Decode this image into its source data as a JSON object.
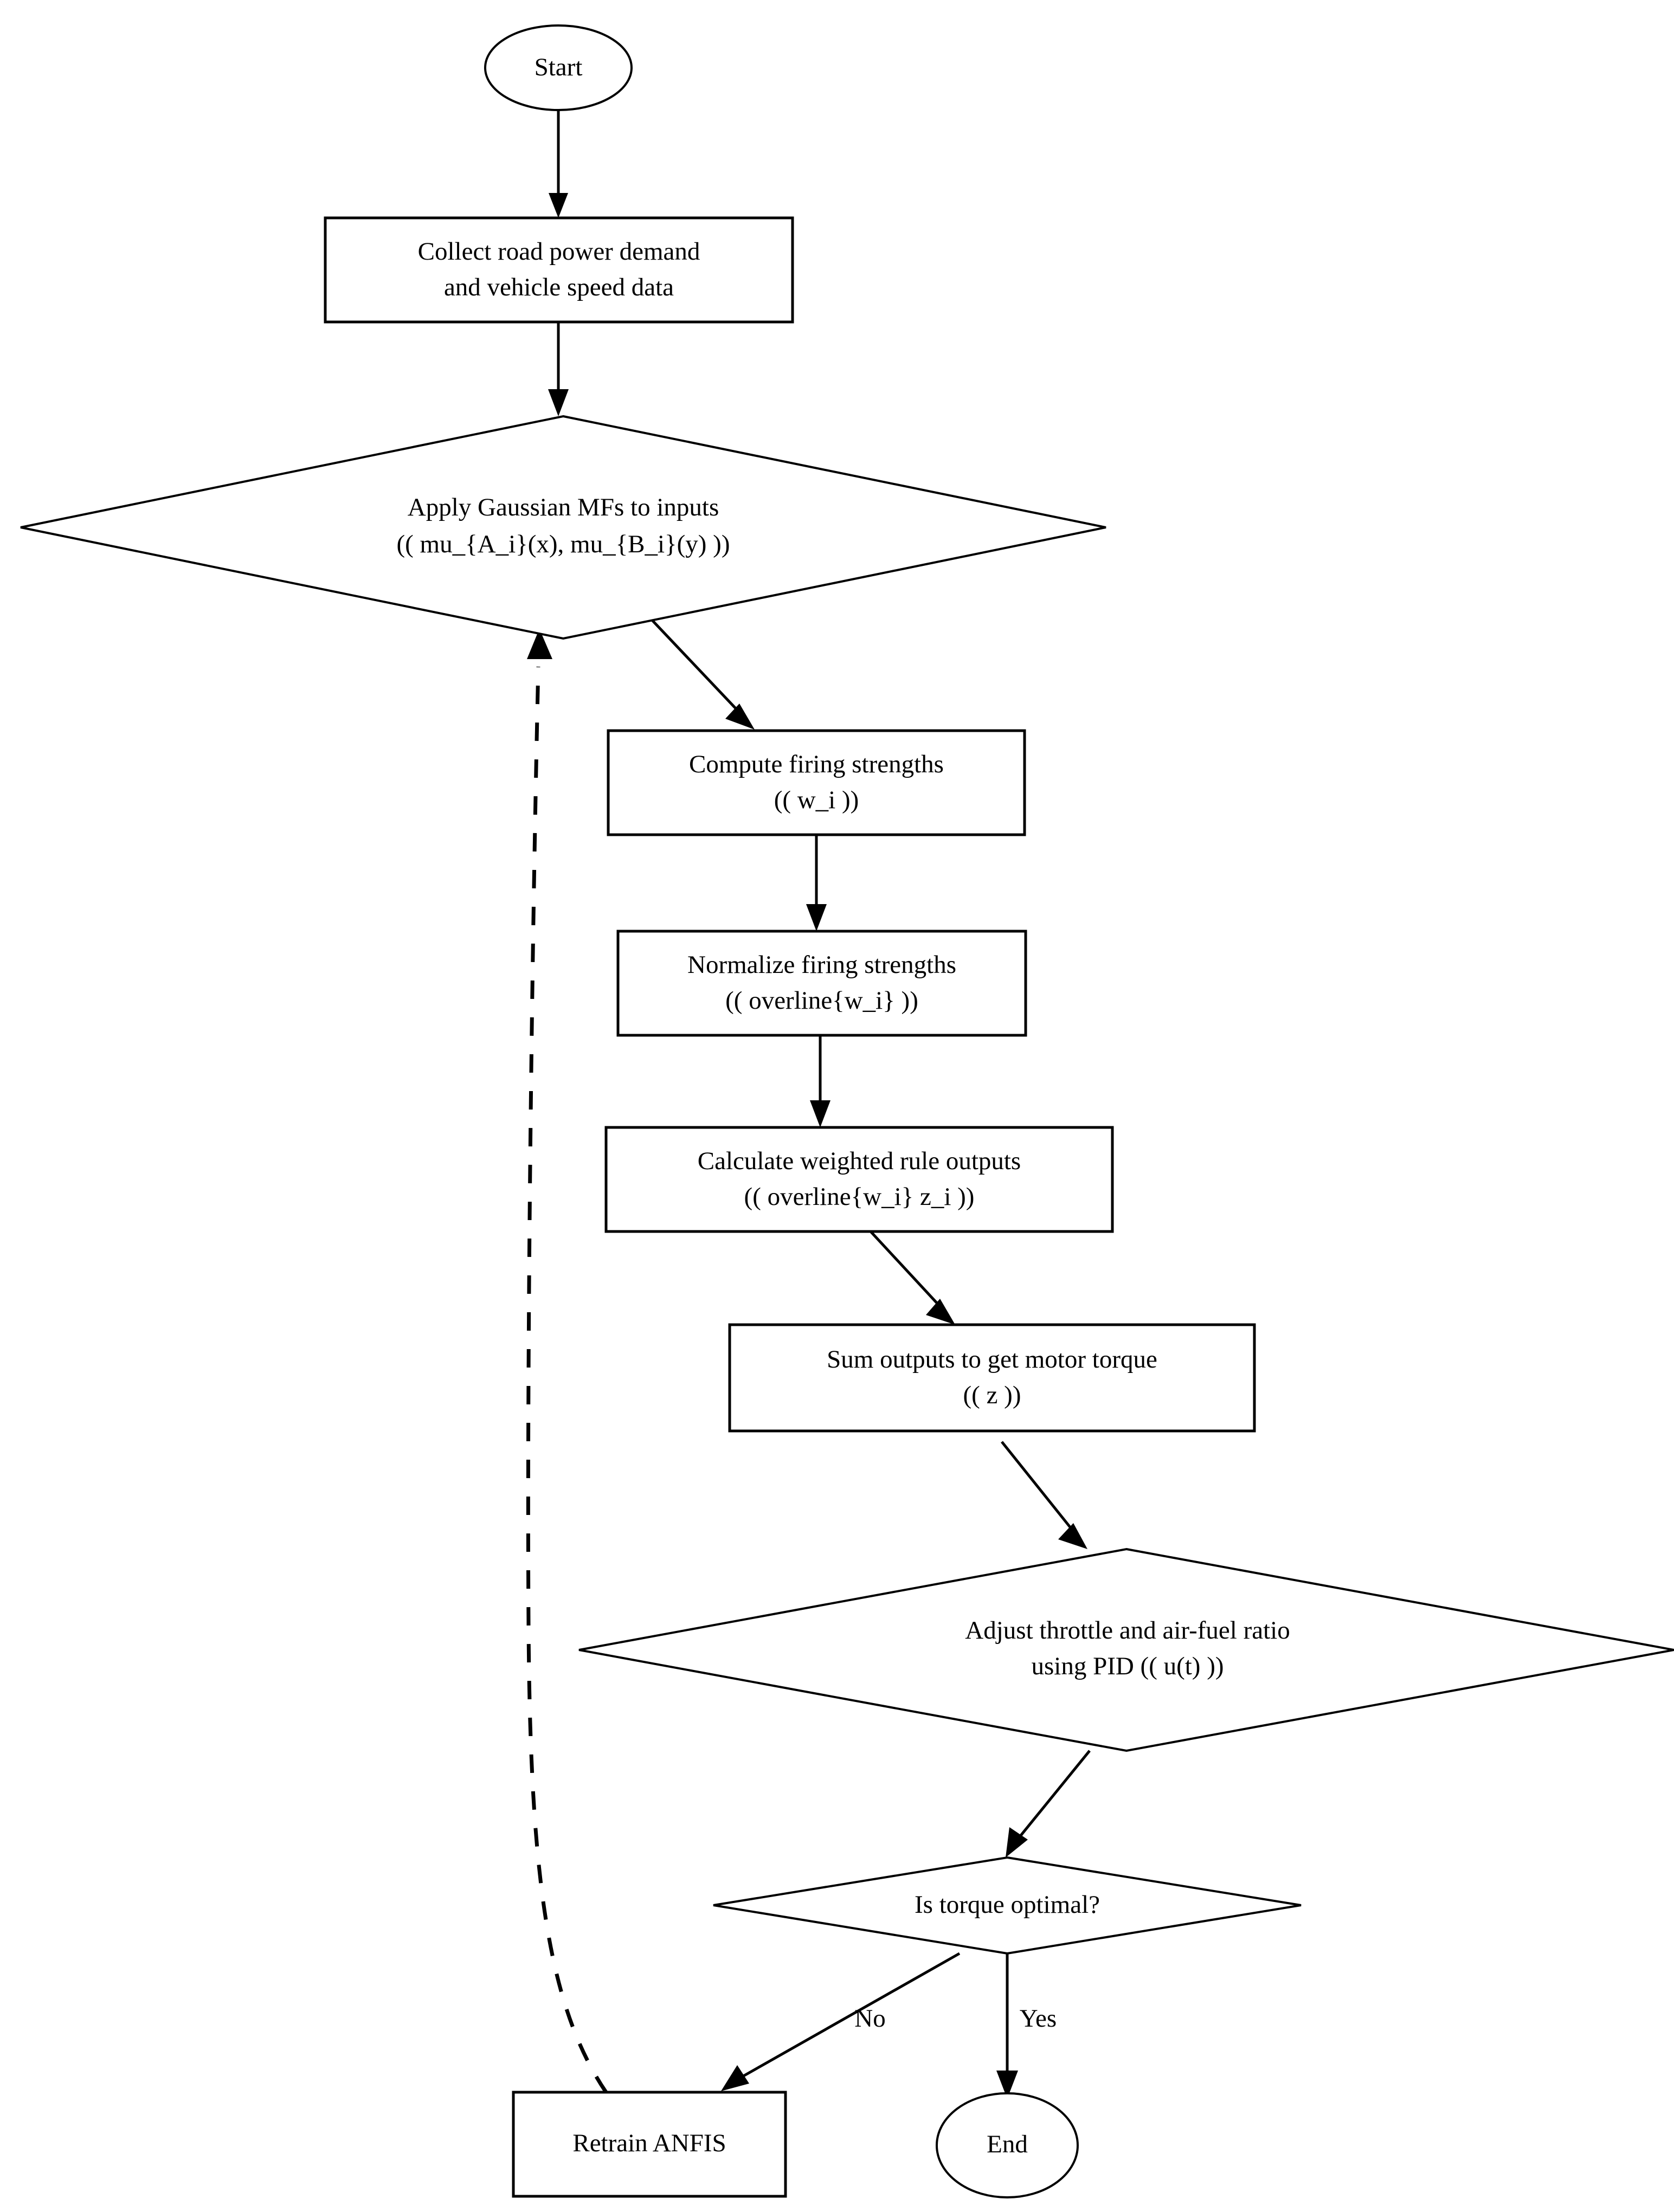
{
  "diagram": {
    "type": "flowchart",
    "title": "ANFIS motor torque control flowchart",
    "background_color": "#ffffff",
    "stroke_color": "#000000",
    "text_color": "#000000",
    "nodes": [
      {
        "id": "start",
        "shape": "ellipse",
        "label": "Start",
        "lines": [
          "Start"
        ]
      },
      {
        "id": "collect",
        "shape": "rectangle",
        "label": "Collect road power demand and vehicle speed data",
        "lines": [
          "Collect road power demand",
          "and vehicle speed data"
        ]
      },
      {
        "id": "gaussian",
        "shape": "diamond",
        "label": "Apply Gaussian MFs to inputs (( mu_{A_i}(x), mu_{B_i}(y) ))",
        "lines": [
          "Apply Gaussian MFs to inputs",
          "(( mu_{A_i}(x), mu_{B_i}(y) ))"
        ]
      },
      {
        "id": "firing",
        "shape": "rectangle",
        "label": "Compute firing strengths (( w_i ))",
        "lines": [
          "Compute firing strengths",
          "(( w_i ))"
        ]
      },
      {
        "id": "normalize",
        "shape": "rectangle",
        "label": "Normalize firing strengths (( overline{w_i} ))",
        "lines": [
          "Normalize firing strengths",
          "(( overline{w_i} ))"
        ]
      },
      {
        "id": "weighted",
        "shape": "rectangle",
        "label": "Calculate weighted rule outputs (( overline{w_i} z_i ))",
        "lines": [
          "Calculate weighted rule outputs",
          "(( overline{w_i} z_i ))"
        ]
      },
      {
        "id": "sum",
        "shape": "rectangle",
        "label": "Sum outputs to get motor torque (( z ))",
        "lines": [
          "Sum outputs to get motor torque",
          "(( z ))"
        ]
      },
      {
        "id": "pid",
        "shape": "diamond",
        "label": "Adjust throttle and air-fuel ratio using PID (( u(t) ))",
        "lines": [
          "Adjust throttle and air-fuel ratio",
          "using PID (( u(t) ))"
        ]
      },
      {
        "id": "decision",
        "shape": "diamond",
        "label": "Is torque optimal?",
        "lines": [
          "Is torque optimal?"
        ]
      },
      {
        "id": "retrain",
        "shape": "rectangle",
        "label": "Retrain ANFIS",
        "lines": [
          "Retrain ANFIS"
        ]
      },
      {
        "id": "end",
        "shape": "ellipse",
        "label": "End",
        "lines": [
          "End"
        ]
      }
    ],
    "edges": [
      {
        "id": "e-start-collect",
        "from": "start",
        "to": "collect",
        "label": "",
        "style": "solid"
      },
      {
        "id": "e-collect-gaussian",
        "from": "collect",
        "to": "gaussian",
        "label": "",
        "style": "solid"
      },
      {
        "id": "e-gaussian-firing",
        "from": "gaussian",
        "to": "firing",
        "label": "",
        "style": "solid"
      },
      {
        "id": "e-firing-normalize",
        "from": "firing",
        "to": "normalize",
        "label": "",
        "style": "solid"
      },
      {
        "id": "e-normalize-weighted",
        "from": "normalize",
        "to": "weighted",
        "label": "",
        "style": "solid"
      },
      {
        "id": "e-weighted-sum",
        "from": "weighted",
        "to": "sum",
        "label": "",
        "style": "solid"
      },
      {
        "id": "e-sum-pid",
        "from": "sum",
        "to": "pid",
        "label": "",
        "style": "solid"
      },
      {
        "id": "e-pid-decision",
        "from": "pid",
        "to": "decision",
        "label": "",
        "style": "solid"
      },
      {
        "id": "e-decision-retrain",
        "from": "decision",
        "to": "retrain",
        "label": "No",
        "style": "solid"
      },
      {
        "id": "e-decision-end",
        "from": "decision",
        "to": "end",
        "label": "Yes",
        "style": "solid"
      },
      {
        "id": "e-retrain-gaussian",
        "from": "retrain",
        "to": "gaussian",
        "label": "",
        "style": "dashed"
      }
    ],
    "edge_labels": {
      "no": "No",
      "yes": "Yes"
    }
  }
}
